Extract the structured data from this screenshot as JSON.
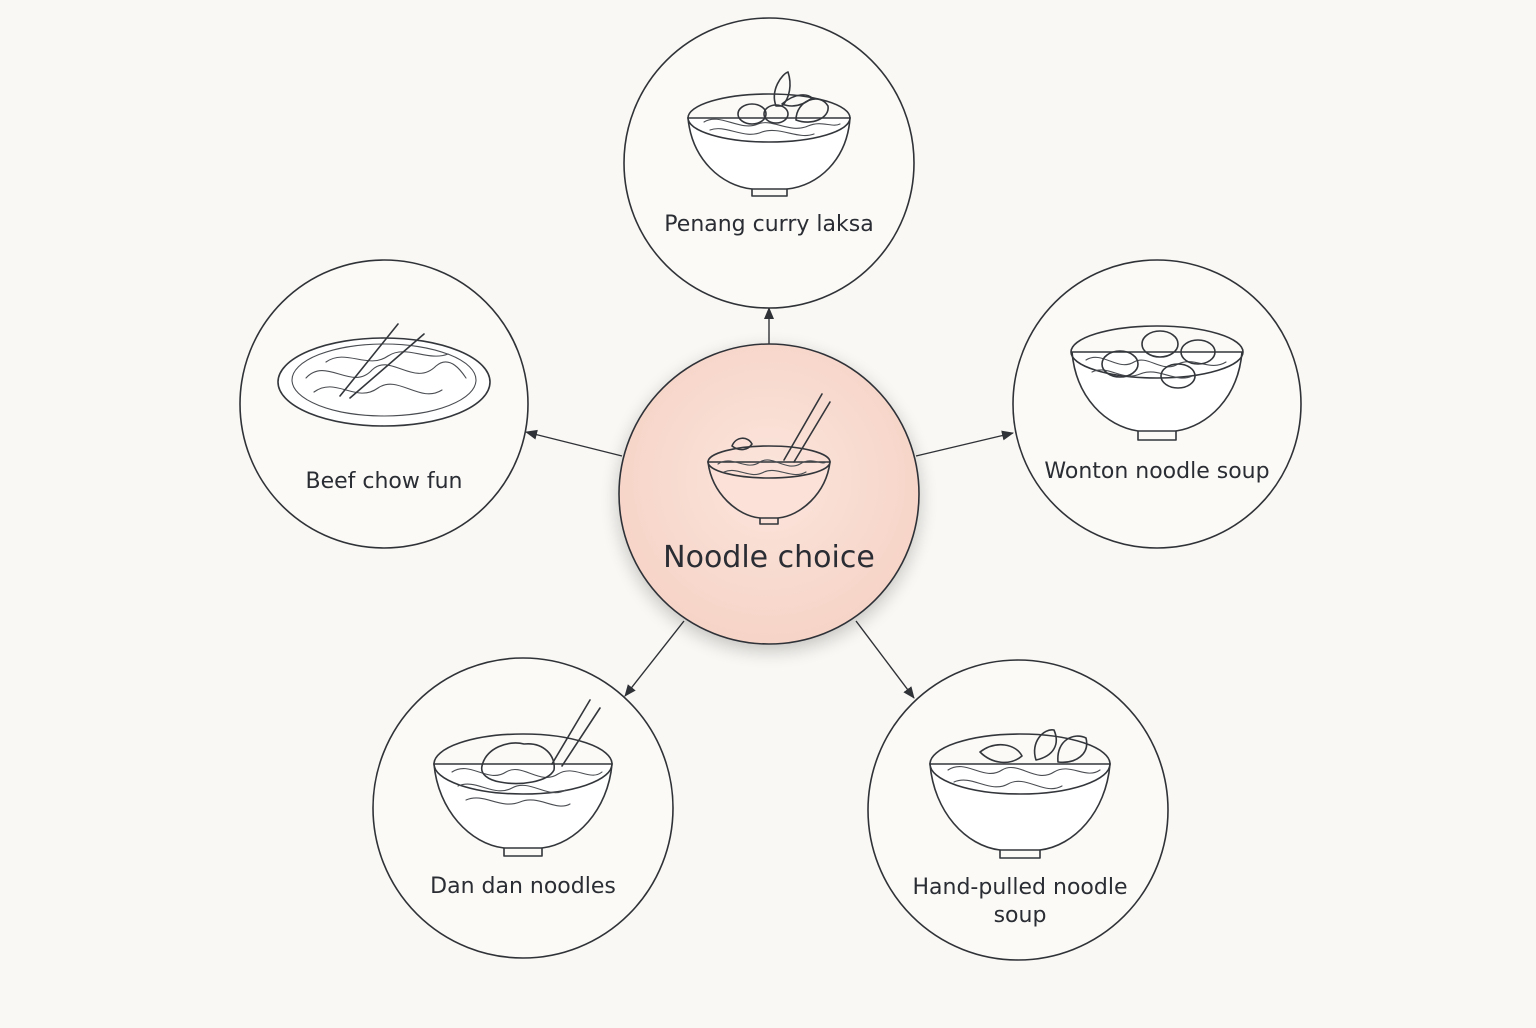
{
  "diagram": {
    "center": {
      "label": "Noodle choice",
      "fill_color": "#f9ddd2",
      "icon": "noodle-bowl-chopsticks-icon"
    },
    "nodes": [
      {
        "id": "laksa",
        "label_lines": [
          "Penang curry laksa"
        ],
        "icon": "laksa-bowl-icon"
      },
      {
        "id": "wonton",
        "label_lines": [
          "Wonton noodle soup"
        ],
        "icon": "wonton-bowl-icon"
      },
      {
        "id": "handpulled",
        "label_lines": [
          "Hand-pulled noodle",
          "soup"
        ],
        "icon": "hand-pulled-noodle-bowl-icon"
      },
      {
        "id": "dandan",
        "label_lines": [
          "Dan dan noodles"
        ],
        "icon": "dan-dan-bowl-icon"
      },
      {
        "id": "chowfun",
        "label_lines": [
          "Beef chow fun"
        ],
        "icon": "chow-fun-plate-icon"
      }
    ],
    "colors": {
      "background": "#faf8f4",
      "node_fill": "#fbfaf7",
      "stroke": "#2f3237"
    }
  }
}
